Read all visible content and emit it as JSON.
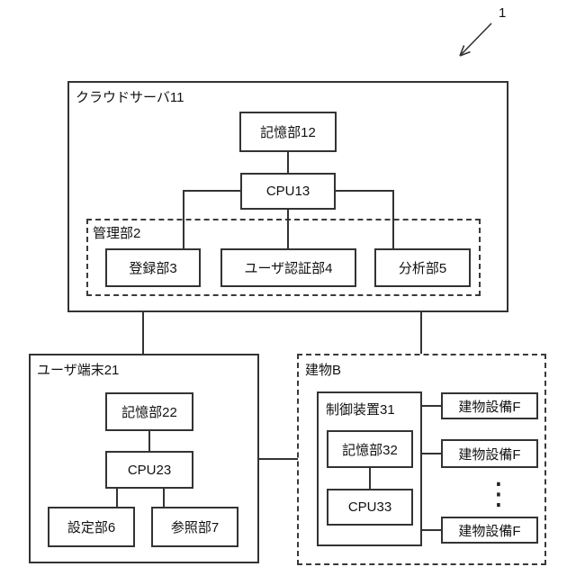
{
  "figure": {
    "ref_number": "1"
  },
  "cloud_server": {
    "title": "クラウドサーバ11",
    "memory_label": "記憶部12",
    "cpu_label": "CPU13",
    "management": {
      "title": "管理部2",
      "registration_label": "登録部3",
      "user_auth_label": "ユーザ認証部4",
      "analysis_label": "分析部5"
    }
  },
  "user_terminal": {
    "title": "ユーザ端末21",
    "memory_label": "記憶部22",
    "cpu_label": "CPU23",
    "setting_label": "設定部6",
    "reference_label": "参照部7"
  },
  "building": {
    "title": "建物B",
    "controller": {
      "title": "制御装置31",
      "memory_label": "記憶部32",
      "cpu_label": "CPU33"
    },
    "equipment_labels": [
      "建物設備F",
      "建物設備F",
      "建物設備F"
    ],
    "ellipsis": "⋮"
  },
  "colors": {
    "line": "#333333",
    "background": "#ffffff",
    "text": "#111111"
  }
}
